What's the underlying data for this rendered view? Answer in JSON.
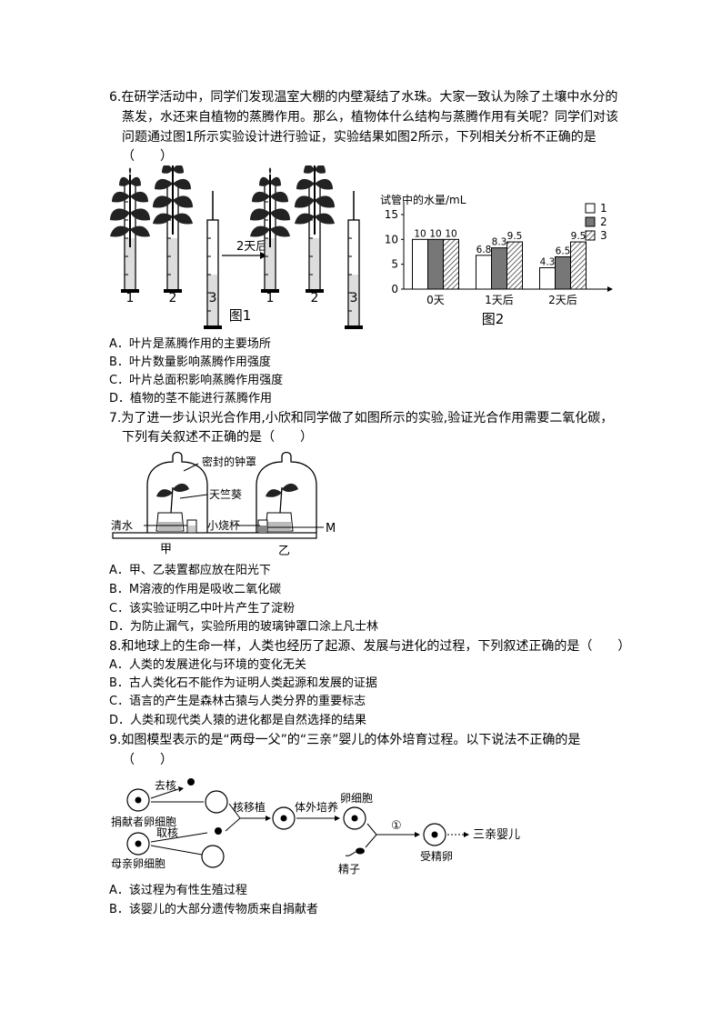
{
  "q6": {
    "lines": [
      "6.在研学活动中，同学们发现温室大棚的内壁凝结了水珠。大家一致认为除了土壤中水分的",
      "蒸发，水还来自植物的蒸腾作用。那么，植物体什么结构与蒸腾作用有关呢？同学们对该",
      "问题通过图1所示实验设计进行验证，实验结果如图2所示，下列相关分析不正确的是",
      "（　　）"
    ],
    "fig1": {
      "caption": "图1",
      "arrow_label": "2天后",
      "tube_labels_before": [
        "1",
        "2",
        "3"
      ],
      "tube_labels_after": [
        "1",
        "2",
        "3"
      ]
    },
    "options": [
      "A．叶片是蒸腾作用的主要场所",
      "B．叶片数量影响蒸腾作用强度",
      "C．叶片总面积影响蒸腾作用强度",
      "D．植物的茎不能进行蒸腾作用"
    ]
  },
  "chart_data": {
    "type": "bar",
    "caption": "图2",
    "ylabel": "试管中的水量/mL",
    "ylim": [
      0,
      15
    ],
    "yticks": [
      0,
      5,
      10,
      15
    ],
    "categories": [
      "0天",
      "1天后",
      "2天后"
    ],
    "series": [
      {
        "name": "1",
        "values": [
          10,
          6.8,
          4.3
        ],
        "pattern": "white"
      },
      {
        "name": "2",
        "values": [
          10,
          8.3,
          6.5
        ],
        "pattern": "gray"
      },
      {
        "name": "3",
        "values": [
          10,
          9.5,
          9.5
        ],
        "pattern": "hatched"
      }
    ],
    "legend": "top-right"
  },
  "q7": {
    "lines": [
      "7.为了进一步认识光合作用,小欣和同学做了如图所示的实验,验证光合作用需要二氧化碳，",
      "下列有关叙述不正确的是（　　）"
    ],
    "fig_labels": {
      "bell_jar": "密封的钟罩",
      "plant": "天竺葵",
      "water": "清水",
      "beaker": "小烧杯",
      "solution": "M",
      "left": "甲",
      "right": "乙"
    },
    "options": [
      "A．甲、乙装置都应放在阳光下",
      "B．M溶液的作用是吸收二氧化碳",
      "C．该实验证明乙中叶片产生了淀粉",
      "D．为防止漏气，实验所用的玻璃钟罩口涂上凡士林"
    ]
  },
  "q8": {
    "lines": [
      "8.和地球上的生命一样，人类也经历了起源、发展与进化的过程，下列叙述正确的是（　　）"
    ],
    "options": [
      "A．人类的发展进化与环境的变化无关",
      "B．古人类化石不能作为证明人类起源和发展的证据",
      "C．语言的产生是森林古猿与人类分界的重要标志",
      "D．人类和现代类人猿的进化都是自然选择的结果"
    ]
  },
  "q9": {
    "lines": [
      "9.如图模型表示的是“两母一父”的“三亲”婴儿的体外培育过程。以下说法不正确的是",
      "（　　）"
    ],
    "fig_labels": {
      "enucleate": "去核",
      "donor_egg": "捐献者卵细胞",
      "take_nucleus": "取核",
      "mother_egg": "母亲卵细胞",
      "nuclear_transfer": "核移植",
      "in_vitro": "体外培养",
      "egg_cell": "卵细胞",
      "sperm": "精子",
      "step": "①",
      "zygote": "受精卵",
      "baby": "三亲婴儿"
    },
    "options": [
      "A．该过程为有性生殖过程",
      "B．该婴儿的大部分遗传物质来自捐献者"
    ]
  }
}
